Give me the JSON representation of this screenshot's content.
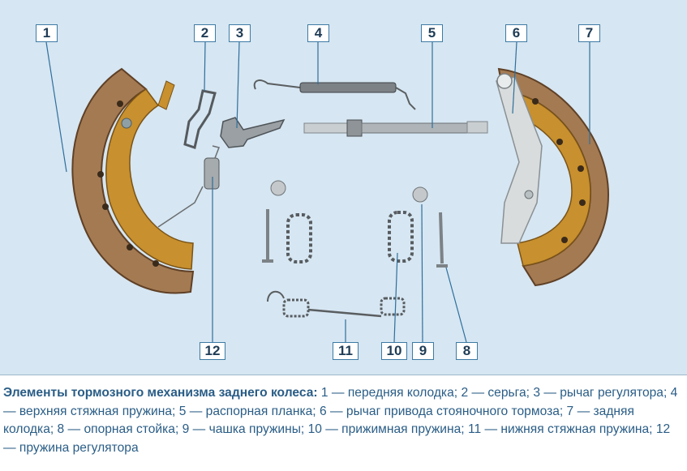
{
  "figure": {
    "callouts": [
      {
        "id": "1",
        "text": "1"
      },
      {
        "id": "2",
        "text": "2"
      },
      {
        "id": "3",
        "text": "3"
      },
      {
        "id": "4",
        "text": "4"
      },
      {
        "id": "5",
        "text": "5"
      },
      {
        "id": "6",
        "text": "6"
      },
      {
        "id": "7",
        "text": "7"
      },
      {
        "id": "8",
        "text": "8"
      },
      {
        "id": "9",
        "text": "9"
      },
      {
        "id": "10",
        "text": "10"
      },
      {
        "id": "11",
        "text": "11"
      },
      {
        "id": "12",
        "text": "12"
      }
    ],
    "colors": {
      "background": "#d6e6f2",
      "callout_border": "#3d7aa4",
      "leader_line": "#2f6f9c",
      "lining": "#a47a52",
      "shoe_metal": "#c8902e",
      "caption_text": "#2a5d86"
    }
  },
  "caption": {
    "lead": "Элементы тормозного механизма заднего колеса:",
    "body": " 1 — передняя колодка; 2 — серьга; 3 — рычаг регулятора; 4 — верхняя стяжная пружина; 5 — распорная планка; 6 — рычаг привода стояночного тормоза; 7 — задняя колодка; 8 — опорная стойка; 9 — чашка пружины; 10 — прижимная пружина; 11 — нижняя стяжная пружина; 12 — пружина регулятора"
  }
}
